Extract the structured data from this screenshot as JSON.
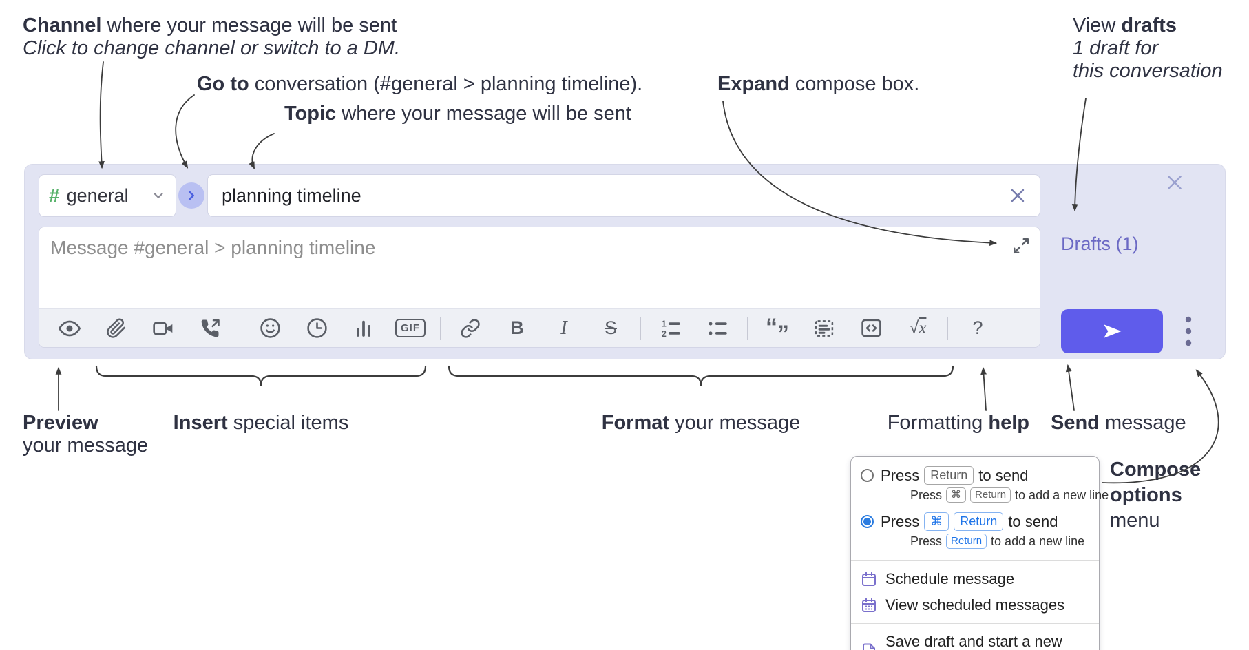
{
  "annotations": {
    "channel": {
      "bold": "Channel",
      "rest": " where your message will be sent",
      "line2": "Click to change channel or switch to a DM."
    },
    "goto": {
      "bold": "Go to",
      "rest": " conversation (#general > planning timeline)."
    },
    "topic": {
      "bold": "Topic",
      "rest": " where your message will be sent"
    },
    "expand": {
      "bold": "Expand",
      "rest": " compose box."
    },
    "view_drafts": {
      "pre": "View ",
      "bold": "drafts",
      "line2": "1 draft for",
      "line3": "this conversation"
    },
    "preview": {
      "bold": "Preview",
      "line2": "your message"
    },
    "insert": {
      "bold": "Insert",
      "rest": " special items"
    },
    "format": {
      "bold": "Format",
      "rest": " your message"
    },
    "formatting_help": {
      "pre": "Formatting ",
      "bold": "help"
    },
    "send": {
      "bold": "Send",
      "rest": " message"
    },
    "compose_options": {
      "bold_line1": "Compose",
      "bold_line2": "options",
      "line3": "menu"
    }
  },
  "compose": {
    "channel_name": "general",
    "topic_value": "planning timeline",
    "message_placeholder": "Message #general > planning timeline",
    "drafts_label": "Drafts (1)",
    "hash_symbol": "#",
    "toolbar_glyphs": {
      "gif": "GIF",
      "bold": "B",
      "italic": "I",
      "strike": "S",
      "quote_open": "“",
      "quote_close": "”",
      "math_root": "√",
      "math_var": "x",
      "help": "?"
    },
    "toolbar_icons": [
      "preview-eye",
      "attach-paperclip",
      "video-call",
      "voice-call",
      "emoji-smiley",
      "time-clock",
      "poll-bar-chart",
      "gif",
      "link",
      "bold",
      "italic",
      "strikethrough",
      "numbered-list",
      "bulleted-list",
      "quote",
      "spoiler",
      "code",
      "math",
      "help"
    ]
  },
  "menu": {
    "option1": {
      "press": "Press",
      "key": "Return",
      "suffix": "to send",
      "sub_press": "Press",
      "sub_key1": "⌘",
      "sub_key2": "Return",
      "sub_suffix": "to add a new line",
      "selected": false
    },
    "option2": {
      "press": "Press",
      "key1": "⌘",
      "key2": "Return",
      "suffix": "to send",
      "sub_press": "Press",
      "sub_key": "Return",
      "sub_suffix": "to add a new line",
      "selected": true
    },
    "items": [
      {
        "icon": "calendar-icon",
        "label": "Schedule message"
      },
      {
        "icon": "calendar-grid-icon",
        "label": "View scheduled messages"
      }
    ],
    "save_draft": {
      "icon": "file-check-icon",
      "label": "Save draft and start a new message"
    }
  },
  "colors": {
    "compose_bg": "#e2e4f3",
    "send_button": "#5f5ceb",
    "drafts_link": "#6b69c4",
    "hash_green": "#57b26a",
    "goto_circle": "#b9c0f2",
    "goto_chevron": "#4a5fe0",
    "radio_selected": "#2b7ce0",
    "menu_icon_purple": "#7a70cc",
    "toolbar_icon": "#5a5e66"
  }
}
